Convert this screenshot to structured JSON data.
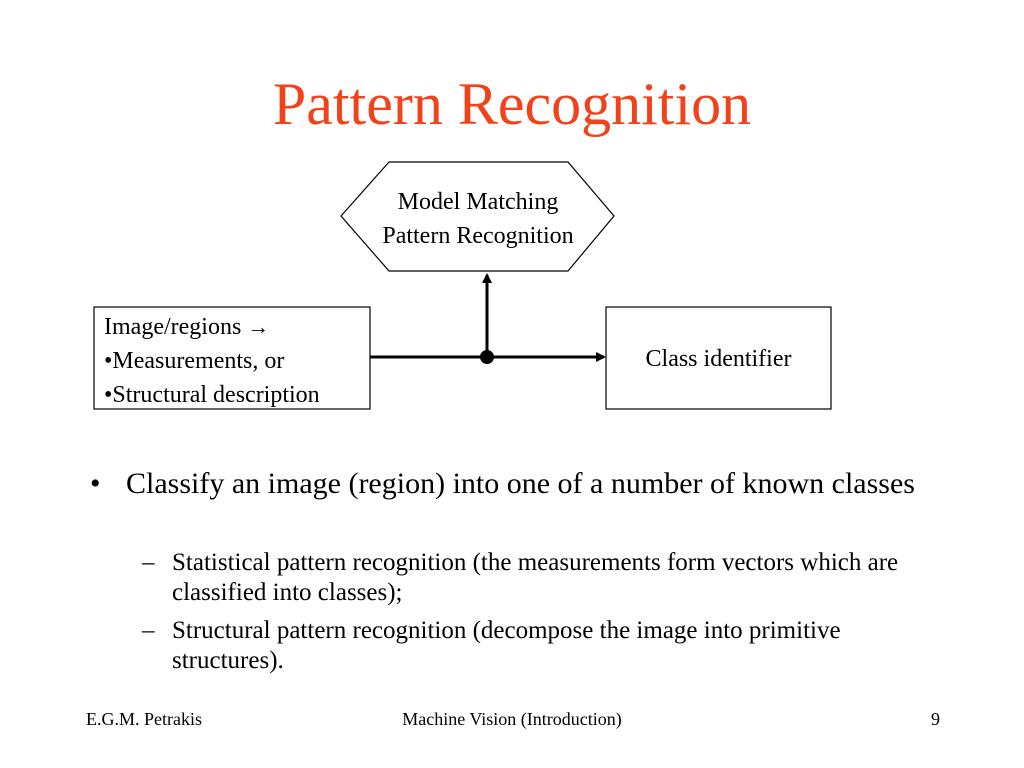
{
  "slide": {
    "title": "Pattern Recognition",
    "diagram": {
      "hexagon_line1": "Model Matching",
      "hexagon_line2": "Pattern Recognition",
      "input_line1": "Image/regions",
      "input_arrow": "→",
      "input_line2": "•Measurements, or",
      "input_line3": "•Structural description",
      "output_label": "Class identifier"
    },
    "bullets": {
      "main": "Classify an image (region) into one of a number of known classes",
      "main_marker": "•",
      "sub_marker": "–",
      "sub": [
        "Statistical pattern recognition (the measurements form vectors which are classified into classes);",
        "Structural pattern recognition (decompose the image into primitive structures)."
      ]
    },
    "footer": {
      "author": "E.G.M. Petrakis",
      "course": "Machine Vision (Introduction)",
      "page_number": "9"
    },
    "colors": {
      "title": "#f2421a",
      "text": "#000000"
    }
  }
}
